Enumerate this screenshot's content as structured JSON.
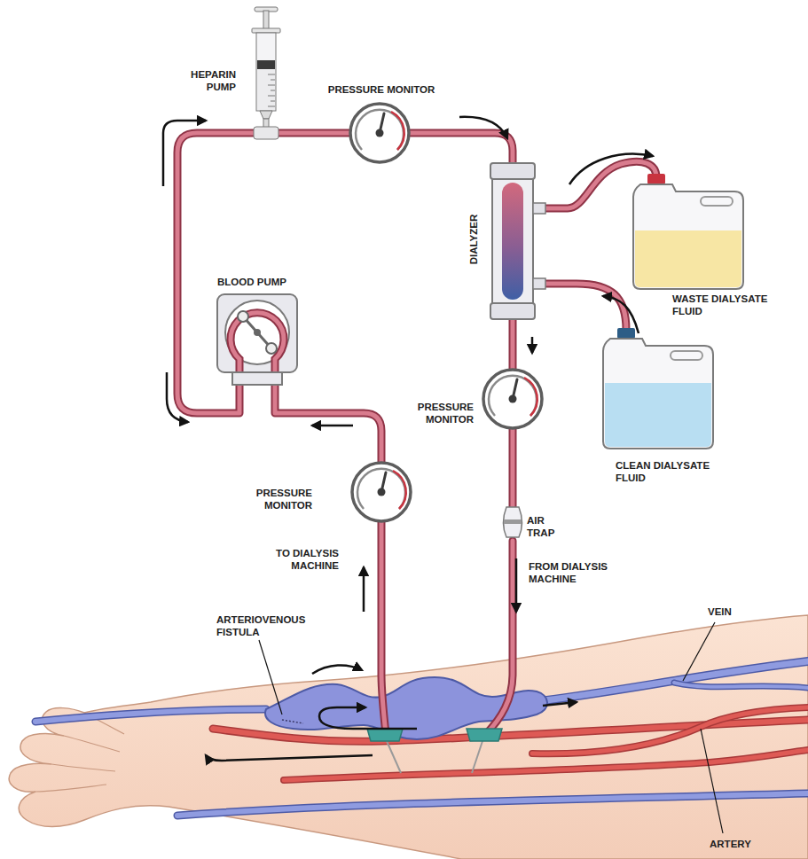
{
  "diagram": {
    "labels": [
      "HEPARIN PUMP",
      "PRESSURE MONITOR",
      "BLOOD PUMP",
      "DIALYZER",
      "WASTE DIALYSATE FLUID",
      "CLEAN DIALYSATE FLUID",
      "PRESSURE MONITOR",
      "PRESSURE MONITOR",
      "AIR TRAP",
      "TO DIALYSIS MACHINE",
      "FROM DIALYSIS MACHINE",
      "ARTERIOVENOUS FISTULA",
      "VEIN",
      "ARTERY"
    ]
  }
}
